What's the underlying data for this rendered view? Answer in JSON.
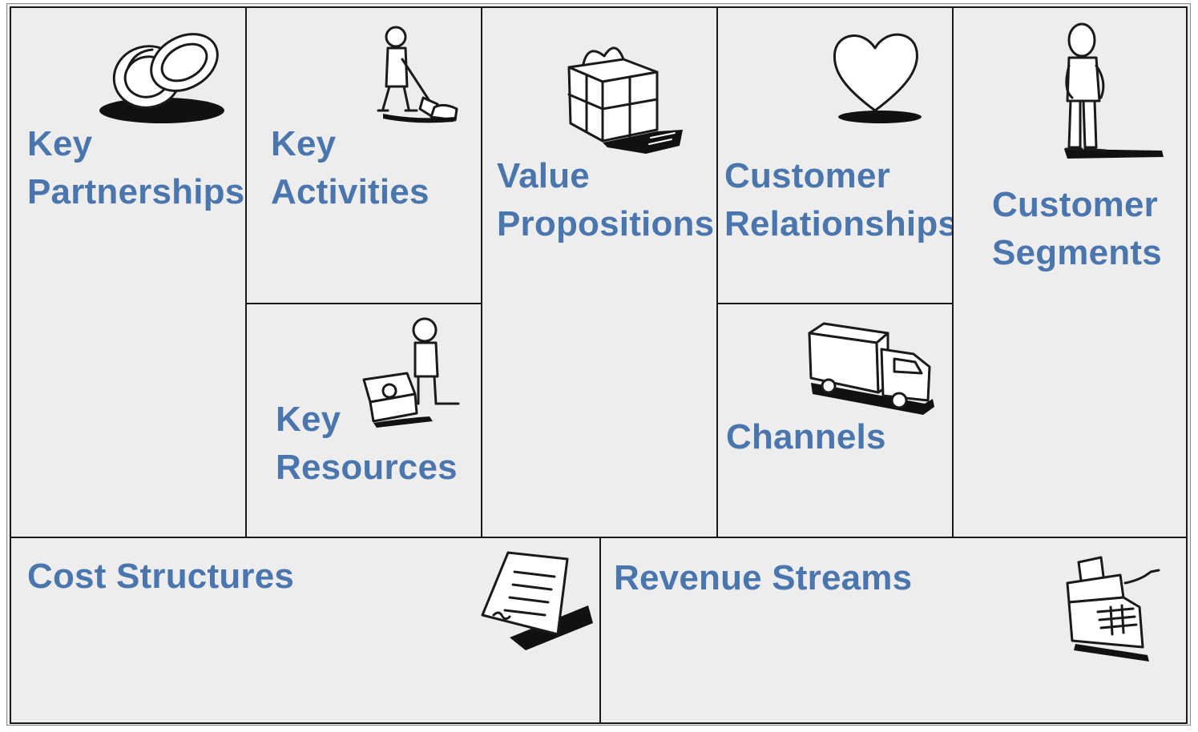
{
  "canvas": {
    "blocks": {
      "key_partnerships": {
        "line1": "Key",
        "line2": "Partnerships",
        "icon": "interlocked-rings-icon"
      },
      "key_activities": {
        "line1": "Key",
        "line2": "Activities",
        "icon": "person-shoveling-icon"
      },
      "key_resources": {
        "line1": "Key",
        "line2": "Resources",
        "icon": "person-with-boxes-icon"
      },
      "value_propositions": {
        "line1": "Value",
        "line2": "Propositions",
        "icon": "gift-box-icon"
      },
      "customer_relationships": {
        "line1": "Customer",
        "line2": "Relationships",
        "icon": "heart-icon"
      },
      "channels": {
        "line1": "Channels",
        "icon": "delivery-truck-icon"
      },
      "customer_segments": {
        "line1": "Customer",
        "line2": "Segments",
        "icon": "standing-person-icon"
      },
      "cost_structures": {
        "line1": "Cost Structures",
        "icon": "invoice-paper-icon"
      },
      "revenue_streams": {
        "line1": "Revenue Streams",
        "icon": "cash-register-icon"
      }
    },
    "colors": {
      "title": "#4a76ad",
      "background": "#ededed",
      "border": "#1a1a1a"
    }
  }
}
